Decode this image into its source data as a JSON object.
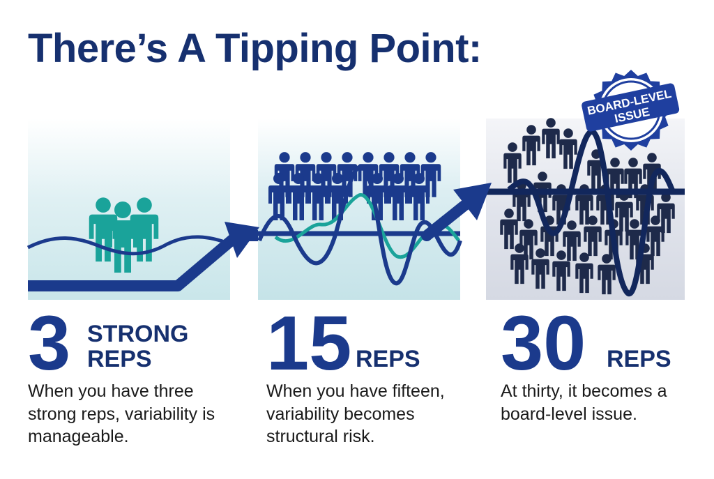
{
  "title": "There’s A Tipping Point:",
  "badge": {
    "text_line1": "BOARD-LEVEL",
    "text_line2": "ISSUE"
  },
  "panels": [
    {
      "number": "3",
      "unit_line1": "STRONG",
      "unit_line2": "REPS",
      "description": "When you have three strong reps, variability is manageable.",
      "people_count": 3
    },
    {
      "number": "15",
      "unit_line1": "REPS",
      "unit_line2": "",
      "description": "When you have fifteen, variability becomes structural risk.",
      "people_count": 15
    },
    {
      "number": "30",
      "unit_line1": "REPS",
      "unit_line2": "",
      "description": "At thirty, it becomes a board-level issue.",
      "people_count": 30
    }
  ],
  "colors": {
    "navy": "#1b3a8c",
    "dark_navy": "#16306f",
    "teal": "#1aa39a",
    "badge": "#1f3f9f"
  }
}
